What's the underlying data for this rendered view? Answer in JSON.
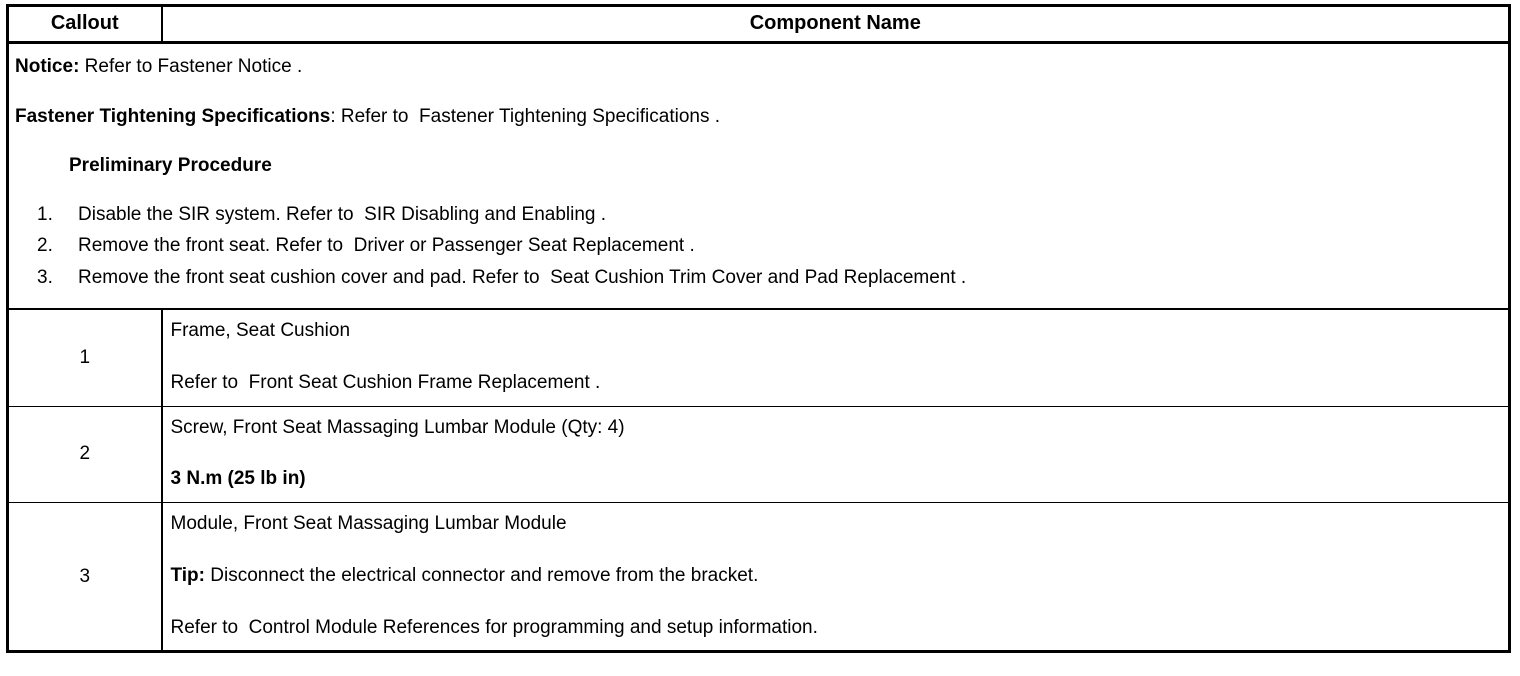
{
  "table": {
    "headers": {
      "callout": "Callout",
      "component_name": "Component Name"
    },
    "notice_block": {
      "notice_label": "Notice:",
      "notice_text": " Refer to Fastener Notice .",
      "spec_label": "Fastener Tightening Specifications",
      "spec_text": ": Refer to  Fastener Tightening Specifications .",
      "preliminary_heading": "Preliminary Procedure",
      "steps": [
        {
          "num": "1.",
          "text": "Disable the SIR system. Refer to  SIR Disabling and Enabling ."
        },
        {
          "num": "2.",
          "text": "Remove the front seat. Refer to  Driver or Passenger Seat Replacement ."
        },
        {
          "num": "3.",
          "text": "Remove the front seat cushion cover and pad. Refer to  Seat Cushion Trim Cover and Pad Replacement ."
        }
      ]
    },
    "rows": [
      {
        "callout": "1",
        "line1": "Frame, Seat Cushion",
        "line2": "Refer to  Front Seat Cushion Frame Replacement ."
      },
      {
        "callout": "2",
        "line1": "Screw, Front Seat Massaging Lumbar Module (Qty: 4)",
        "line2_bold": "3 N.m (25 lb in)"
      },
      {
        "callout": "3",
        "line1": "Module, Front Seat Massaging Lumbar Module",
        "line2_label": "Tip:",
        "line2_text": " Disconnect the electrical connector and remove from the bracket.",
        "line3": "Refer to  Control Module References for programming and setup information."
      }
    ]
  }
}
